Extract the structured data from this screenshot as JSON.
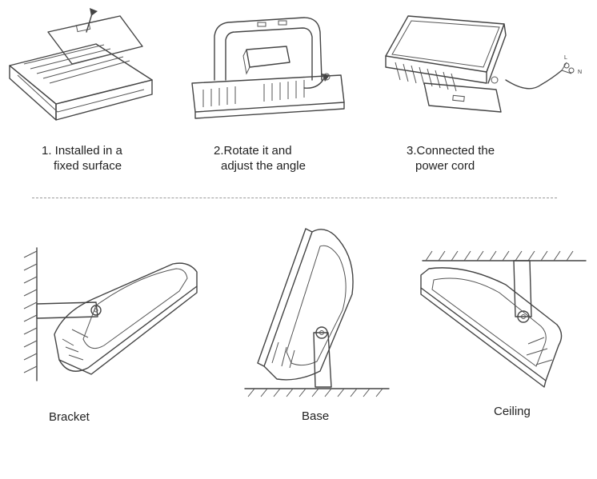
{
  "steps": [
    {
      "line1": "1. Installed in a",
      "line2": "fixed surface"
    },
    {
      "line1": "2.Rotate it and",
      "line2": "adjust the angle"
    },
    {
      "line1": "3.Connected the",
      "line2": "power cord"
    }
  ],
  "wire_labels": [
    "L",
    "N"
  ],
  "mounts": [
    {
      "label": "Bracket"
    },
    {
      "label": "Base"
    },
    {
      "label": "Ceiling"
    }
  ]
}
